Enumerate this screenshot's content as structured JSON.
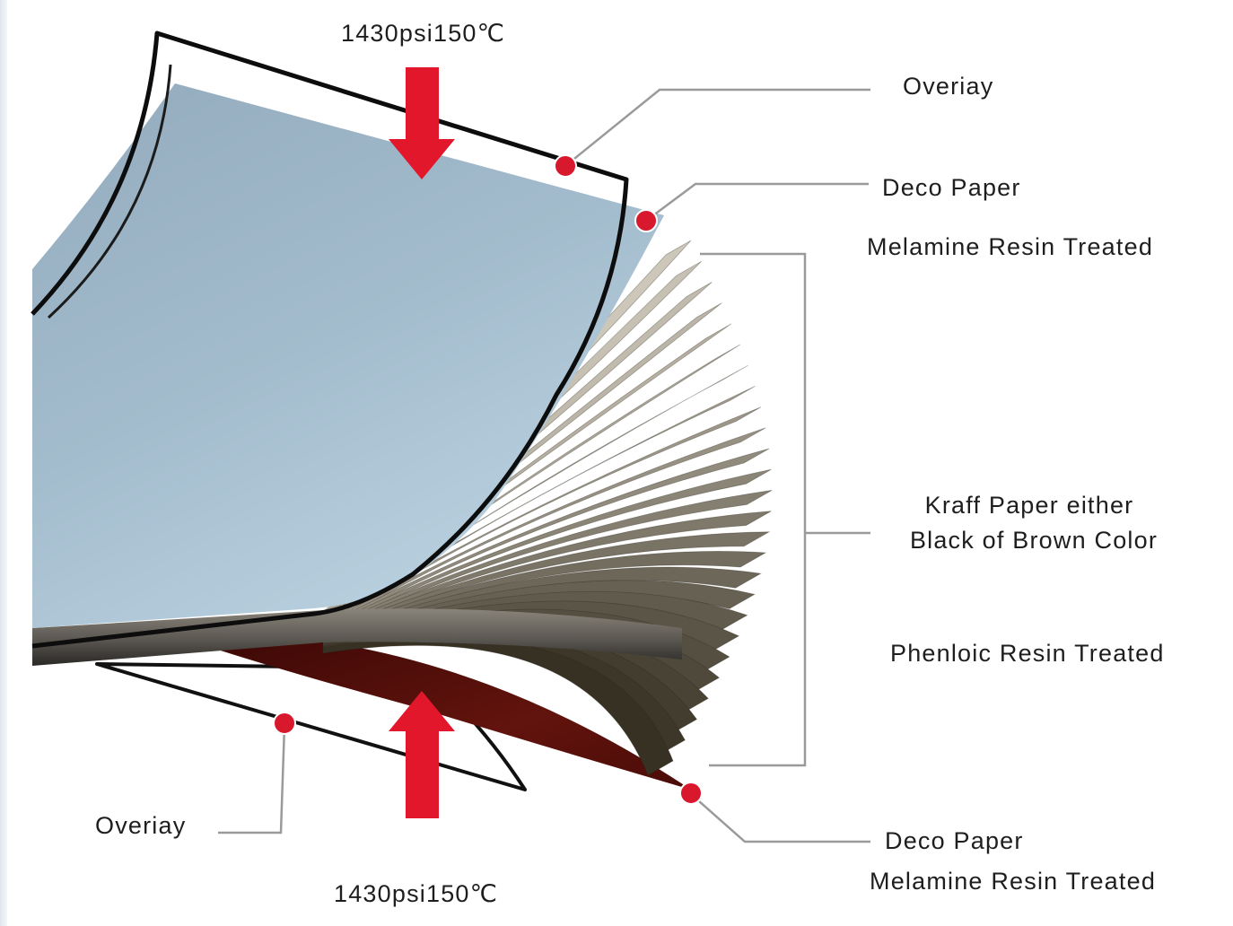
{
  "diagram": {
    "top_pressure": "1430psi150℃",
    "bottom_pressure": "1430psi150℃",
    "labels": {
      "overlay_top": "Overiay",
      "deco_paper_top": "Deco Paper",
      "melamine_top": "Melamine Resin Treated",
      "kraft_line1": "Kraff Paper either",
      "kraft_line2": "Black of Brown Color",
      "phenolic": "Phenloic Resin Treated",
      "overlay_bottom": "Overiay",
      "deco_paper_bottom": "Deco Paper",
      "melamine_bottom": "Melamine Resin Treated"
    },
    "colors": {
      "arrow": "#e3172b",
      "marker": "#d8182d",
      "deco_top": "#a3bccd",
      "kraft": "#c2b9a7",
      "deco_bottom": "#5b0f0b",
      "leader": "#9a9a9a",
      "text": "#1e1e1e"
    }
  }
}
